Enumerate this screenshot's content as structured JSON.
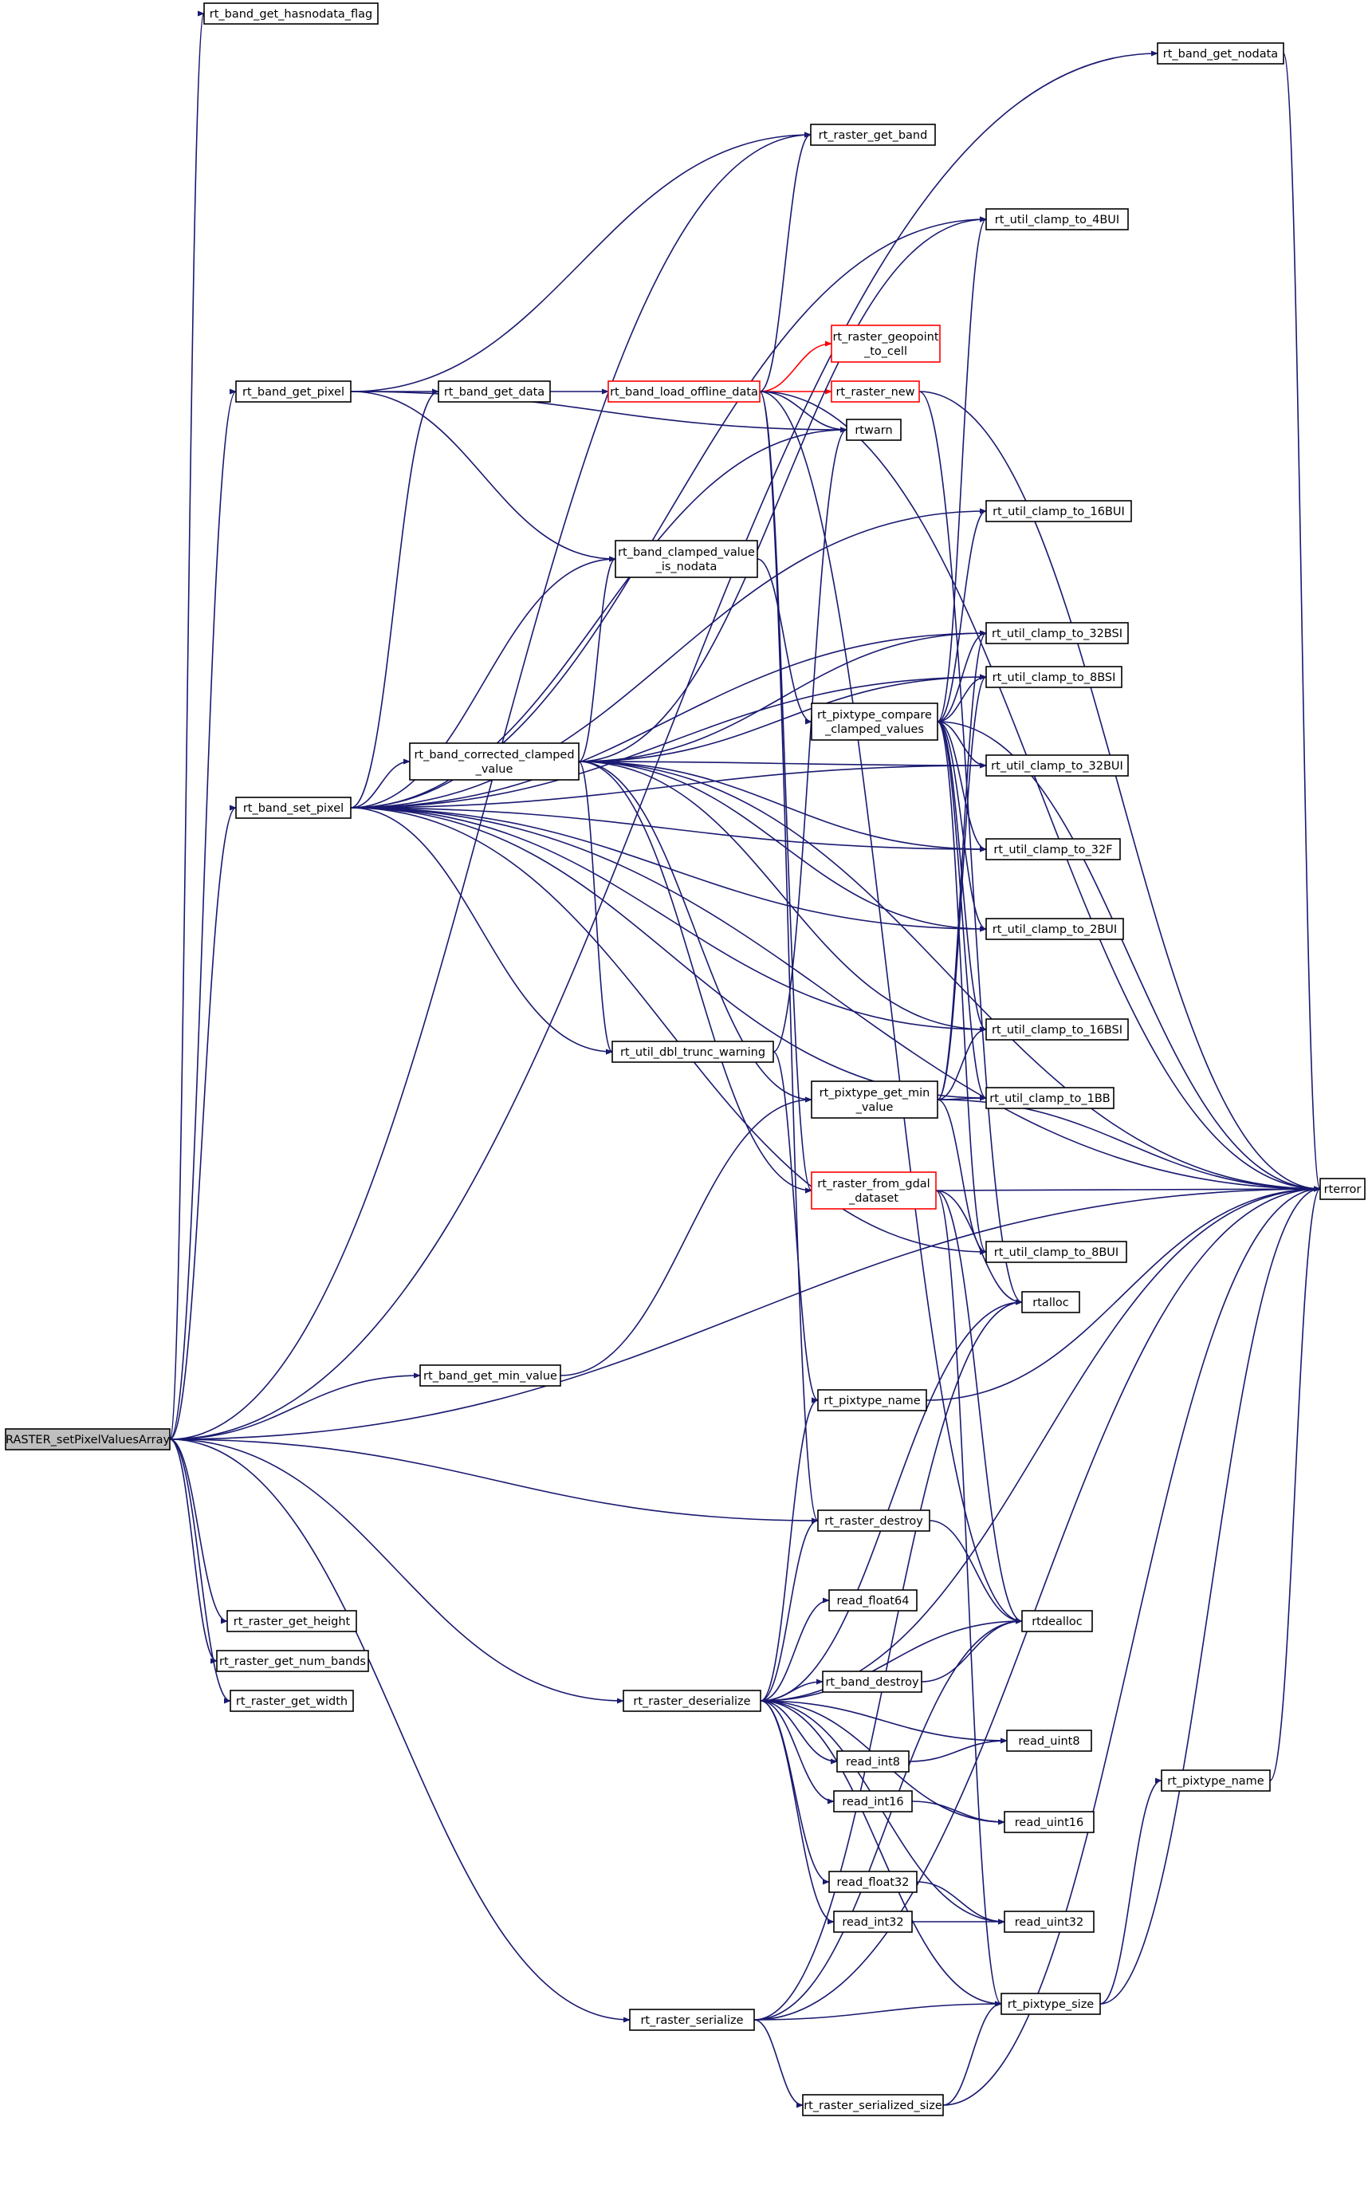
{
  "colors": {
    "edge": "#191970",
    "edge_alt": "#ff0000",
    "node_border": "#000000",
    "node_border_alt": "#ff0000",
    "root_fill": "#bfbfbf",
    "node_fill": "#ffffff"
  },
  "nodes": [
    {
      "id": "root",
      "lines": [
        "RASTER_setPixelValuesArray"
      ],
      "style": "root"
    },
    {
      "id": "hasnodata",
      "lines": [
        "rt_band_get_hasnodata_flag"
      ]
    },
    {
      "id": "get_nodata",
      "lines": [
        "rt_band_get_nodata"
      ]
    },
    {
      "id": "raster_get_band",
      "lines": [
        "rt_raster_get_band"
      ]
    },
    {
      "id": "clamp_4BUI",
      "lines": [
        "rt_util_clamp_to_4BUI"
      ]
    },
    {
      "id": "get_pixel",
      "lines": [
        "rt_band_get_pixel"
      ]
    },
    {
      "id": "get_data",
      "lines": [
        "rt_band_get_data"
      ]
    },
    {
      "id": "load_offline",
      "lines": [
        "rt_band_load_offline_data"
      ],
      "style": "red"
    },
    {
      "id": "geopoint",
      "lines": [
        "rt_raster_geopoint",
        "_to_cell"
      ],
      "style": "red"
    },
    {
      "id": "raster_new",
      "lines": [
        "rt_raster_new"
      ],
      "style": "red"
    },
    {
      "id": "rtwarn",
      "lines": [
        "rtwarn"
      ]
    },
    {
      "id": "clamp_16BUI",
      "lines": [
        "rt_util_clamp_to_16BUI"
      ]
    },
    {
      "id": "clamped_nodata",
      "lines": [
        "rt_band_clamped_value",
        "_is_nodata"
      ]
    },
    {
      "id": "clamp_32BSI",
      "lines": [
        "rt_util_clamp_to_32BSI"
      ]
    },
    {
      "id": "clamp_8BSI",
      "lines": [
        "rt_util_clamp_to_8BSI"
      ]
    },
    {
      "id": "compare_clamped",
      "lines": [
        "rt_pixtype_compare",
        "_clamped_values"
      ]
    },
    {
      "id": "corrected_clamped",
      "lines": [
        "rt_band_corrected_clamped",
        "_value"
      ]
    },
    {
      "id": "clamp_32BUI",
      "lines": [
        "rt_util_clamp_to_32BUI"
      ]
    },
    {
      "id": "set_pixel",
      "lines": [
        "rt_band_set_pixel"
      ]
    },
    {
      "id": "clamp_32F",
      "lines": [
        "rt_util_clamp_to_32F"
      ]
    },
    {
      "id": "clamp_2BUI",
      "lines": [
        "rt_util_clamp_to_2BUI"
      ]
    },
    {
      "id": "clamp_16BSI",
      "lines": [
        "rt_util_clamp_to_16BSI"
      ]
    },
    {
      "id": "dbl_trunc",
      "lines": [
        "rt_util_dbl_trunc_warning"
      ]
    },
    {
      "id": "get_min_value",
      "lines": [
        "rt_pixtype_get_min",
        "_value"
      ]
    },
    {
      "id": "clamp_1BB",
      "lines": [
        "rt_util_clamp_to_1BB"
      ]
    },
    {
      "id": "from_gdal",
      "lines": [
        "rt_raster_from_gdal",
        "_dataset"
      ],
      "style": "red"
    },
    {
      "id": "rterror",
      "lines": [
        "rterror"
      ]
    },
    {
      "id": "clamp_8BUI",
      "lines": [
        "rt_util_clamp_to_8BUI"
      ]
    },
    {
      "id": "rtalloc",
      "lines": [
        "rtalloc"
      ]
    },
    {
      "id": "band_min_value",
      "lines": [
        "rt_band_get_min_value"
      ]
    },
    {
      "id": "pixtype_name_a",
      "lines": [
        "rt_pixtype_name"
      ]
    },
    {
      "id": "raster_destroy",
      "lines": [
        "rt_raster_destroy"
      ]
    },
    {
      "id": "read_float64",
      "lines": [
        "read_float64"
      ]
    },
    {
      "id": "rtdealloc",
      "lines": [
        "rtdealloc"
      ]
    },
    {
      "id": "get_height",
      "lines": [
        "rt_raster_get_height"
      ]
    },
    {
      "id": "get_num_bands",
      "lines": [
        "rt_raster_get_num_bands"
      ]
    },
    {
      "id": "band_destroy",
      "lines": [
        "rt_band_destroy"
      ]
    },
    {
      "id": "get_width",
      "lines": [
        "rt_raster_get_width"
      ]
    },
    {
      "id": "deserialize",
      "lines": [
        "rt_raster_deserialize"
      ]
    },
    {
      "id": "read_uint8",
      "lines": [
        "read_uint8"
      ]
    },
    {
      "id": "read_int8",
      "lines": [
        "read_int8"
      ]
    },
    {
      "id": "pixtype_name_b",
      "lines": [
        "rt_pixtype_name"
      ]
    },
    {
      "id": "read_int16",
      "lines": [
        "read_int16"
      ]
    },
    {
      "id": "read_uint16",
      "lines": [
        "read_uint16"
      ]
    },
    {
      "id": "read_float32",
      "lines": [
        "read_float32"
      ]
    },
    {
      "id": "read_int32",
      "lines": [
        "read_int32"
      ]
    },
    {
      "id": "read_uint32",
      "lines": [
        "read_uint32"
      ]
    },
    {
      "id": "pixtype_size",
      "lines": [
        "rt_pixtype_size"
      ]
    },
    {
      "id": "serialize",
      "lines": [
        "rt_raster_serialize"
      ]
    },
    {
      "id": "serialized_size",
      "lines": [
        "rt_raster_serialized_size"
      ]
    }
  ],
  "edges": [
    {
      "from": "root",
      "to": "hasnodata"
    },
    {
      "from": "root",
      "to": "get_nodata"
    },
    {
      "from": "root",
      "to": "raster_get_band"
    },
    {
      "from": "root",
      "to": "get_pixel"
    },
    {
      "from": "root",
      "to": "set_pixel"
    },
    {
      "from": "root",
      "to": "band_min_value"
    },
    {
      "from": "root",
      "to": "raster_destroy"
    },
    {
      "from": "root",
      "to": "get_height"
    },
    {
      "from": "root",
      "to": "get_num_bands"
    },
    {
      "from": "root",
      "to": "get_width"
    },
    {
      "from": "root",
      "to": "deserialize"
    },
    {
      "from": "root",
      "to": "serialize"
    },
    {
      "from": "root",
      "to": "rterror"
    },
    {
      "from": "get_nodata",
      "to": "rterror"
    },
    {
      "from": "get_pixel",
      "to": "raster_get_band"
    },
    {
      "from": "get_pixel",
      "to": "get_data"
    },
    {
      "from": "get_pixel",
      "to": "rtwarn"
    },
    {
      "from": "get_pixel",
      "to": "clamped_nodata"
    },
    {
      "from": "get_data",
      "to": "load_offline"
    },
    {
      "from": "load_offline",
      "to": "raster_get_band"
    },
    {
      "from": "load_offline",
      "to": "geopoint",
      "style": "red"
    },
    {
      "from": "load_offline",
      "to": "raster_new",
      "style": "red"
    },
    {
      "from": "load_offline",
      "to": "rtwarn"
    },
    {
      "from": "load_offline",
      "to": "rterror"
    },
    {
      "from": "load_offline",
      "to": "raster_destroy"
    },
    {
      "from": "load_offline",
      "to": "from_gdal"
    },
    {
      "from": "load_offline",
      "to": "rtdealloc"
    },
    {
      "from": "raster_new",
      "to": "rterror"
    },
    {
      "from": "raster_new",
      "to": "rtalloc"
    },
    {
      "from": "clamped_nodata",
      "to": "compare_clamped"
    },
    {
      "from": "compare_clamped",
      "to": "clamp_4BUI"
    },
    {
      "from": "compare_clamped",
      "to": "clamp_16BUI"
    },
    {
      "from": "compare_clamped",
      "to": "clamp_32BSI"
    },
    {
      "from": "compare_clamped",
      "to": "clamp_8BSI"
    },
    {
      "from": "compare_clamped",
      "to": "clamp_32BUI"
    },
    {
      "from": "compare_clamped",
      "to": "clamp_32F"
    },
    {
      "from": "compare_clamped",
      "to": "clamp_2BUI"
    },
    {
      "from": "compare_clamped",
      "to": "clamp_16BSI"
    },
    {
      "from": "compare_clamped",
      "to": "clamp_1BB"
    },
    {
      "from": "compare_clamped",
      "to": "clamp_8BUI"
    },
    {
      "from": "compare_clamped",
      "to": "rterror"
    },
    {
      "from": "corrected_clamped",
      "to": "clamp_4BUI"
    },
    {
      "from": "corrected_clamped",
      "to": "clamped_nodata"
    },
    {
      "from": "corrected_clamped",
      "to": "clamp_32BSI"
    },
    {
      "from": "corrected_clamped",
      "to": "clamp_8BSI"
    },
    {
      "from": "corrected_clamped",
      "to": "clamp_32BUI"
    },
    {
      "from": "corrected_clamped",
      "to": "clamp_32F"
    },
    {
      "from": "corrected_clamped",
      "to": "clamp_2BUI"
    },
    {
      "from": "corrected_clamped",
      "to": "clamp_16BSI"
    },
    {
      "from": "corrected_clamped",
      "to": "dbl_trunc"
    },
    {
      "from": "corrected_clamped",
      "to": "get_min_value"
    },
    {
      "from": "corrected_clamped",
      "to": "from_gdal"
    },
    {
      "from": "corrected_clamped",
      "to": "rterror"
    },
    {
      "from": "set_pixel",
      "to": "get_data"
    },
    {
      "from": "set_pixel",
      "to": "rtwarn"
    },
    {
      "from": "set_pixel",
      "to": "clamp_4BUI"
    },
    {
      "from": "set_pixel",
      "to": "clamp_16BUI"
    },
    {
      "from": "set_pixel",
      "to": "clamped_nodata"
    },
    {
      "from": "set_pixel",
      "to": "corrected_clamped"
    },
    {
      "from": "set_pixel",
      "to": "clamp_32BSI"
    },
    {
      "from": "set_pixel",
      "to": "clamp_8BSI"
    },
    {
      "from": "set_pixel",
      "to": "clamp_32BUI"
    },
    {
      "from": "set_pixel",
      "to": "clamp_32F"
    },
    {
      "from": "set_pixel",
      "to": "clamp_2BUI"
    },
    {
      "from": "set_pixel",
      "to": "clamp_16BSI"
    },
    {
      "from": "set_pixel",
      "to": "dbl_trunc"
    },
    {
      "from": "set_pixel",
      "to": "clamp_1BB"
    },
    {
      "from": "set_pixel",
      "to": "clamp_8BUI"
    },
    {
      "from": "set_pixel",
      "to": "rterror"
    },
    {
      "from": "dbl_trunc",
      "to": "rtwarn"
    },
    {
      "from": "dbl_trunc",
      "to": "pixtype_name_a"
    },
    {
      "from": "get_min_value",
      "to": "clamp_32BSI"
    },
    {
      "from": "get_min_value",
      "to": "clamp_8BSI"
    },
    {
      "from": "get_min_value",
      "to": "clamp_16BSI"
    },
    {
      "from": "get_min_value",
      "to": "clamp_1BB"
    },
    {
      "from": "get_min_value",
      "to": "clamp_8BUI"
    },
    {
      "from": "get_min_value",
      "to": "rterror"
    },
    {
      "from": "from_gdal",
      "to": "rterror"
    },
    {
      "from": "from_gdal",
      "to": "rtalloc"
    },
    {
      "from": "from_gdal",
      "to": "rtdealloc"
    },
    {
      "from": "from_gdal",
      "to": "pixtype_size"
    },
    {
      "from": "band_min_value",
      "to": "get_min_value"
    },
    {
      "from": "pixtype_name_a",
      "to": "rterror"
    },
    {
      "from": "raster_destroy",
      "to": "rtdealloc"
    },
    {
      "from": "band_destroy",
      "to": "rtdealloc"
    },
    {
      "from": "deserialize",
      "to": "rtalloc"
    },
    {
      "from": "deserialize",
      "to": "pixtype_name_a"
    },
    {
      "from": "deserialize",
      "to": "raster_destroy"
    },
    {
      "from": "deserialize",
      "to": "read_float64"
    },
    {
      "from": "deserialize",
      "to": "rtdealloc"
    },
    {
      "from": "deserialize",
      "to": "band_destroy"
    },
    {
      "from": "deserialize",
      "to": "read_uint8"
    },
    {
      "from": "deserialize",
      "to": "read_int8"
    },
    {
      "from": "deserialize",
      "to": "read_int16"
    },
    {
      "from": "deserialize",
      "to": "read_uint16"
    },
    {
      "from": "deserialize",
      "to": "read_float32"
    },
    {
      "from": "deserialize",
      "to": "read_int32"
    },
    {
      "from": "deserialize",
      "to": "read_uint32"
    },
    {
      "from": "deserialize",
      "to": "pixtype_size"
    },
    {
      "from": "deserialize",
      "to": "rterror"
    },
    {
      "from": "read_int8",
      "to": "read_uint8"
    },
    {
      "from": "read_int16",
      "to": "read_uint16"
    },
    {
      "from": "read_float32",
      "to": "read_uint32"
    },
    {
      "from": "read_int32",
      "to": "read_uint32"
    },
    {
      "from": "pixtype_size",
      "to": "pixtype_name_b"
    },
    {
      "from": "pixtype_size",
      "to": "rterror"
    },
    {
      "from": "pixtype_name_b",
      "to": "rterror"
    },
    {
      "from": "serialize",
      "to": "rtalloc"
    },
    {
      "from": "serialize",
      "to": "rtdealloc"
    },
    {
      "from": "serialize",
      "to": "pixtype_size"
    },
    {
      "from": "serialize",
      "to": "serialized_size"
    },
    {
      "from": "serialize",
      "to": "rterror"
    },
    {
      "from": "serialized_size",
      "to": "pixtype_size"
    },
    {
      "from": "serialized_size",
      "to": "rterror"
    }
  ]
}
